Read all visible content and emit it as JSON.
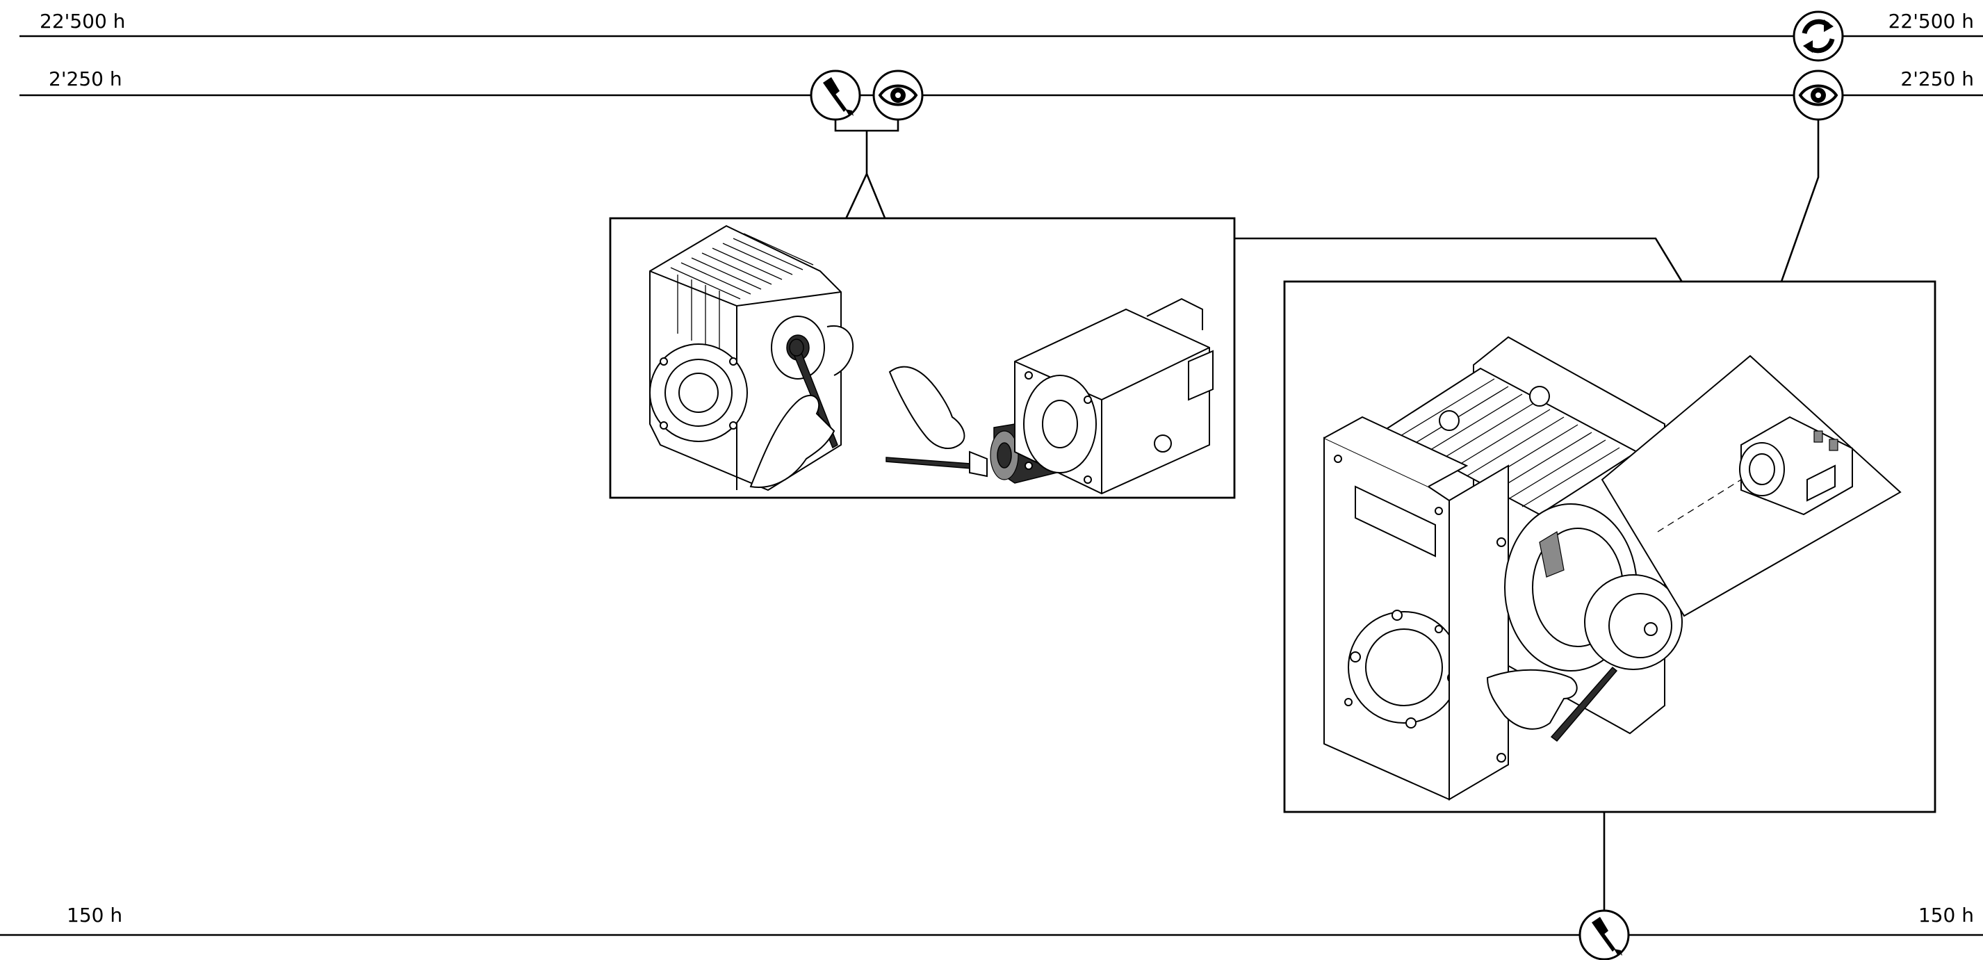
{
  "intervals": {
    "h22500": "22'500 h",
    "h2250": "2'250 h",
    "h150": "150 h"
  },
  "icons": {
    "brush": "brush-clean-icon",
    "eye": "inspect-eye-icon",
    "replace": "replace-cycle-icon"
  },
  "colors": {
    "line": "#000000",
    "background": "#ffffff",
    "dark_part": "#2b2b2b",
    "mid_part": "#8a8a8a"
  }
}
